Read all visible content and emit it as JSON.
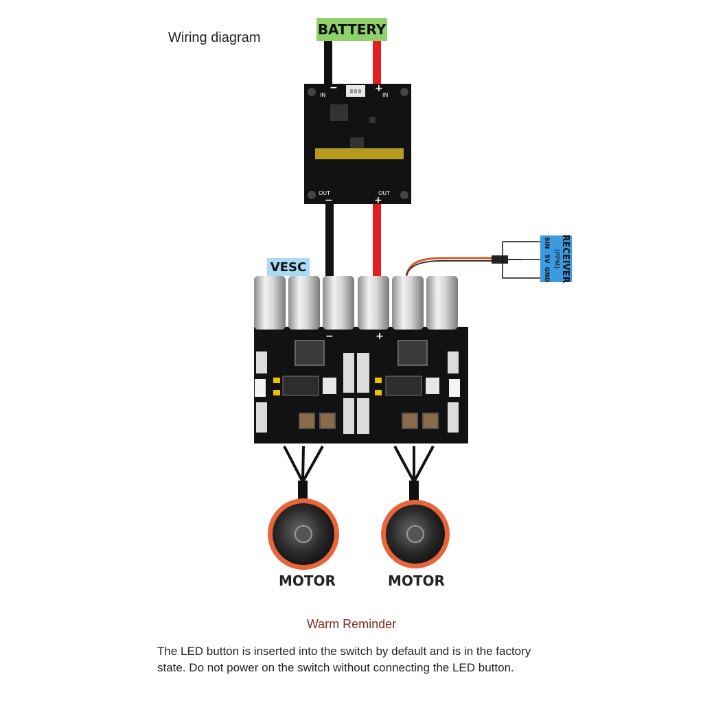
{
  "title": "Wiring diagram",
  "battery_label": "BATTERY",
  "switch_board": {
    "in_minus": "−",
    "in_plus": "+",
    "in_left": "IN",
    "in_right": "IN",
    "out_left": "OUT",
    "out_right": "OUT",
    "out_minus": "−",
    "out_plus": "+"
  },
  "vesc_label": "VESC",
  "vesc_minus": "−",
  "vesc_plus": "+",
  "receiver": {
    "title": "RECEIVER",
    "subtitle": "(PPM)",
    "pins": [
      "SIN",
      "5V",
      "GND"
    ]
  },
  "motors": [
    "MOTOR",
    "MOTOR"
  ],
  "reminder_title": "Warm Reminder",
  "reminder_text": "The LED button is inserted into the switch by default and is in the factory state. Do not power on the switch without connecting the LED button.",
  "colors": {
    "battery_label_bg": "#8fd16a",
    "vesc_label_bg": "#a9dbf5",
    "receiver_bg": "#3b9ae0",
    "wire_negative": "#111111",
    "wire_positive": "#e02020",
    "motor_ring": "#e8643a",
    "reminder_title": "#7a2b22"
  }
}
